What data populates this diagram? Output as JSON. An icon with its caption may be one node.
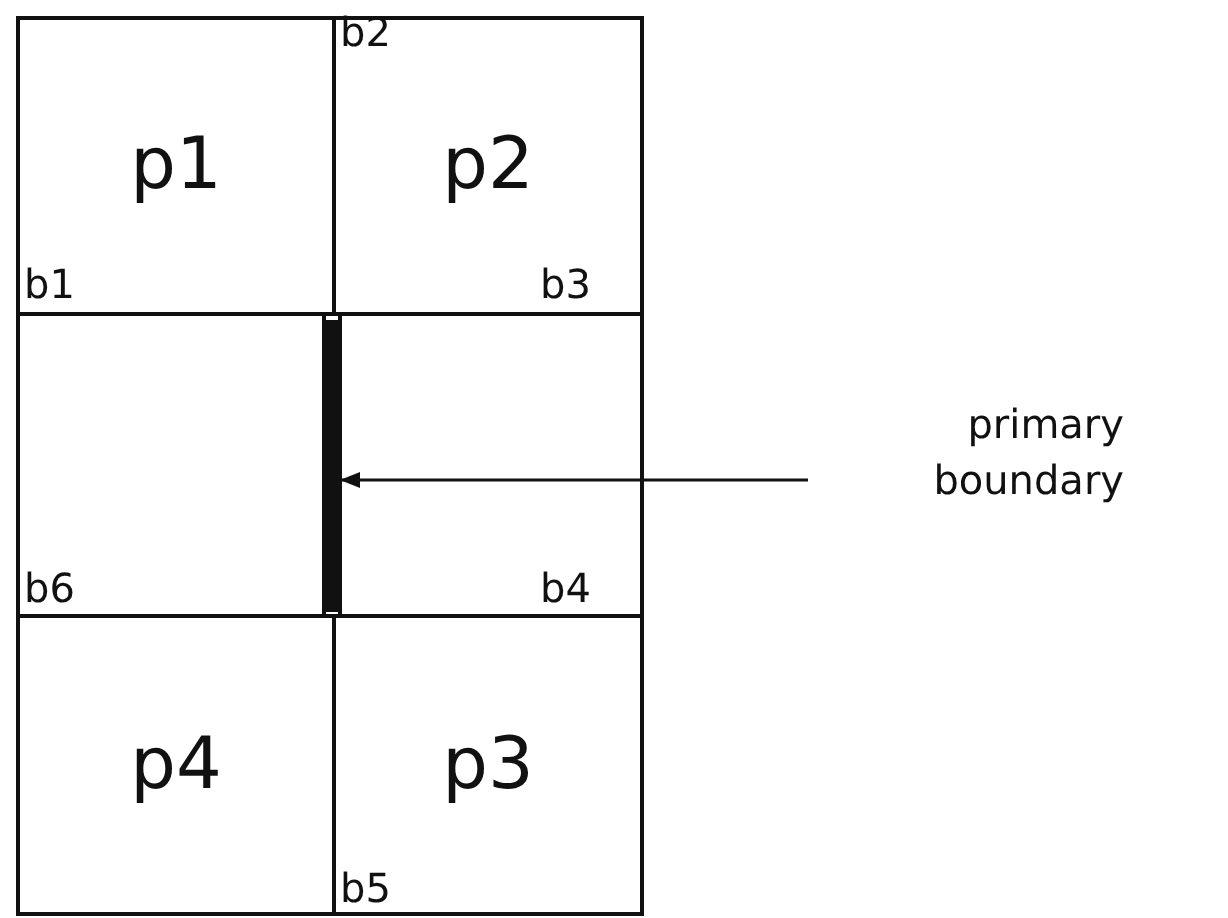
{
  "diagram": {
    "nodes": [
      {
        "text": [
          "p1"
        ]
      },
      {
        "text": [
          "p2"
        ]
      },
      {
        "text": [],
        "shape": "box"
      },
      {
        "text": [],
        "shape": "bar"
      },
      {
        "text": [],
        "shape": "box"
      },
      {
        "text": [
          "primary boundary"
        ]
      },
      {
        "text": [
          "p4"
        ]
      },
      {
        "text": [
          "p3"
        ]
      }
    ],
    "edges": [
      {
        "from": 5,
        "to": 3,
        "arrow": "to"
      }
    ],
    "labels": [
      "b2",
      "b1",
      "b3",
      "b6",
      "b4",
      "b5"
    ]
  }
}
